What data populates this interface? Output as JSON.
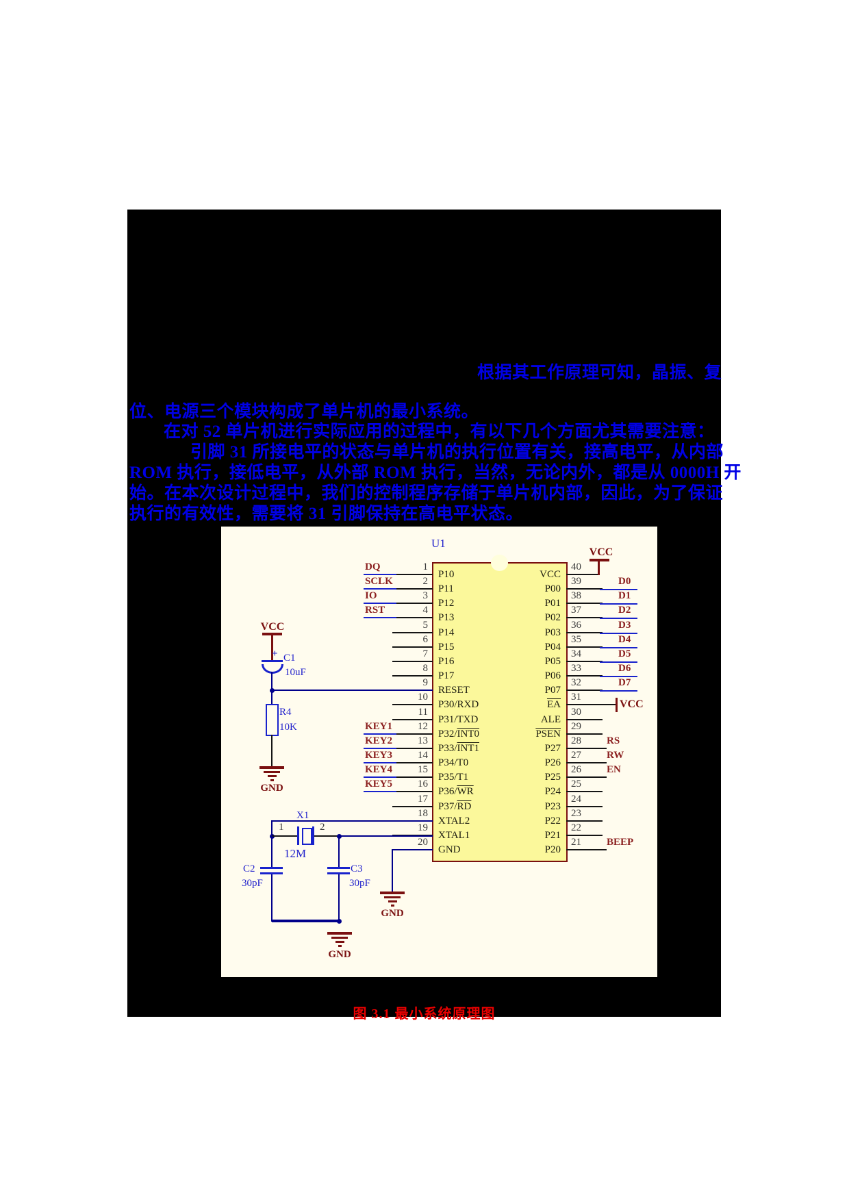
{
  "colors": {
    "doc_text": "#0000E6",
    "caption_red": "#E80000",
    "sheet_bg": "#FFFCEE",
    "chip_fill": "#FBF89B",
    "chip_border": "#7A1010",
    "net_label": "#8B1F1F",
    "annotation_blue": "#2222CC",
    "wire_blue": "#00008B",
    "power_red": "#7A1010",
    "pin_text": "#1C1C10",
    "pin_num": "#3C3C3C",
    "stub_black": "#151515"
  },
  "document": {
    "lines": [
      "根据其工作原理可知，晶振、复",
      "位、电源三个模块构成了单片机的最小系统。",
      "在对 52 单片机进行实际应用的过程中，有以下几个方面尤其需要注意：",
      "引脚 31 所接电平的状态与单片机的执行位置有关，接高电平，从内部",
      "ROM 执行，接低电平，从外部 ROM 执行，当然，无论内外，都是从 0000H 开",
      "始。在本次设计过程中，我们的控制程序存储于单片机内部，因此，为了保证",
      "执行的有效性，需要将 31 引脚保持在高电平状态。"
    ],
    "caption": "图 3.1  最小系统原理图"
  },
  "schematic": {
    "designator": "U1",
    "left_pins": [
      {
        "num": "1",
        "name": "P10",
        "label": "DQ"
      },
      {
        "num": "2",
        "name": "P11",
        "label": "SCLK"
      },
      {
        "num": "3",
        "name": "P12",
        "label": "IO"
      },
      {
        "num": "4",
        "name": "P13",
        "label": "RST"
      },
      {
        "num": "5",
        "name": "P14"
      },
      {
        "num": "6",
        "name": "P15"
      },
      {
        "num": "7",
        "name": "P16"
      },
      {
        "num": "8",
        "name": "P17"
      },
      {
        "num": "9",
        "name": "RESET"
      },
      {
        "num": "10",
        "name": "P30/RXD"
      },
      {
        "num": "11",
        "name": "P31/TXD"
      },
      {
        "num": "12",
        "pre": "P32/",
        "over": "INT0",
        "label": "KEY1"
      },
      {
        "num": "13",
        "pre": "P33/",
        "over": "INT1",
        "label": "KEY2"
      },
      {
        "num": "14",
        "name": "P34/T0",
        "label": "KEY3"
      },
      {
        "num": "15",
        "name": "P35/T1",
        "label": "KEY4"
      },
      {
        "num": "16",
        "pre": "P36/",
        "over": "WR",
        "label": "KEY5"
      },
      {
        "num": "17",
        "pre": "P37/",
        "over": "RD"
      },
      {
        "num": "18",
        "name": "XTAL2"
      },
      {
        "num": "19",
        "name": "XTAL1"
      },
      {
        "num": "20",
        "name": "GND"
      }
    ],
    "right_pins": [
      {
        "num": "40",
        "name": "VCC",
        "power_top": true
      },
      {
        "num": "39",
        "name": "P00",
        "label": "D0",
        "bus": true
      },
      {
        "num": "38",
        "name": "P01",
        "label": "D1",
        "bus": true
      },
      {
        "num": "37",
        "name": "P02",
        "label": "D2",
        "bus": true
      },
      {
        "num": "36",
        "name": "P03",
        "label": "D3",
        "bus": true
      },
      {
        "num": "35",
        "name": "P04",
        "label": "D4",
        "bus": true
      },
      {
        "num": "34",
        "name": "P05",
        "label": "D5",
        "bus": true
      },
      {
        "num": "33",
        "name": "P06",
        "label": "D6",
        "bus": true
      },
      {
        "num": "32",
        "name": "P07",
        "label": "D7",
        "bus": true
      },
      {
        "num": "31",
        "pre": "",
        "over": "EA",
        "power_side": true
      },
      {
        "num": "30",
        "name": "ALE"
      },
      {
        "num": "29",
        "pre": "",
        "over": "PSEN"
      },
      {
        "num": "28",
        "name": "P27",
        "label": "RS"
      },
      {
        "num": "27",
        "name": "P26",
        "label": "RW"
      },
      {
        "num": "26",
        "name": "P25",
        "label": "EN"
      },
      {
        "num": "25",
        "name": "P24"
      },
      {
        "num": "24",
        "name": "P23"
      },
      {
        "num": "23",
        "name": "P22"
      },
      {
        "num": "22",
        "name": "P21"
      },
      {
        "num": "21",
        "name": "P20",
        "label": "BEEP"
      }
    ],
    "components": {
      "c1": {
        "ref": "C1",
        "value": "10uF",
        "plus": "+"
      },
      "r4": {
        "ref": "R4",
        "value": "10K"
      },
      "x1": {
        "ref": "X1",
        "value": "12M",
        "pin1": "1",
        "pin2": "2"
      },
      "c2": {
        "ref": "C2",
        "value": "30pF"
      },
      "c3": {
        "ref": "C3",
        "value": "30pF"
      }
    },
    "power_labels": {
      "vcc": "VCC",
      "gnd": "GND"
    }
  }
}
